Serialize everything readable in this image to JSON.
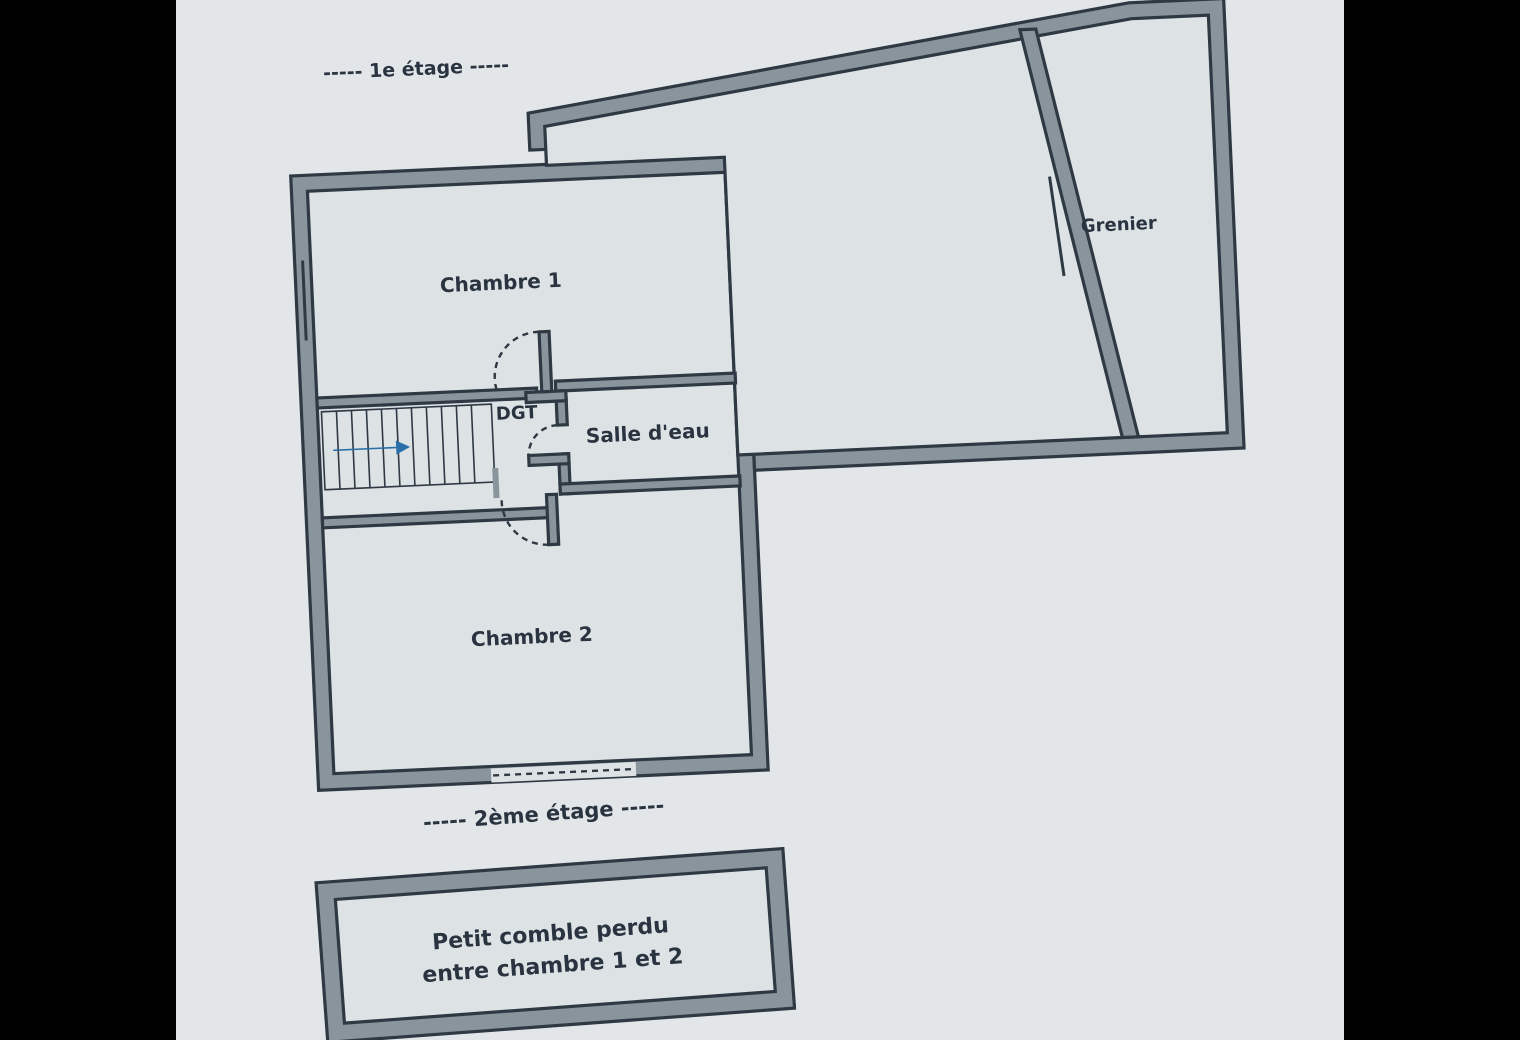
{
  "plan": {
    "floor1_heading": "----- 1e étage -----",
    "floor2_heading": "----- 2ème étage -----",
    "rooms": {
      "chambre1": "Chambre 1",
      "dgt": "DGT",
      "salle_deau": "Salle d'eau",
      "grenier": "Grenier",
      "chambre2": "Chambre 2"
    },
    "attic_note_line1": "Petit comble perdu",
    "attic_note_line2": "entre chambre 1 et 2"
  },
  "colors": {
    "paper": "#dfe3e6",
    "wall_fill": "#8a949d",
    "line": "#2e3944",
    "stair_arrow": "#2b6fa8"
  }
}
